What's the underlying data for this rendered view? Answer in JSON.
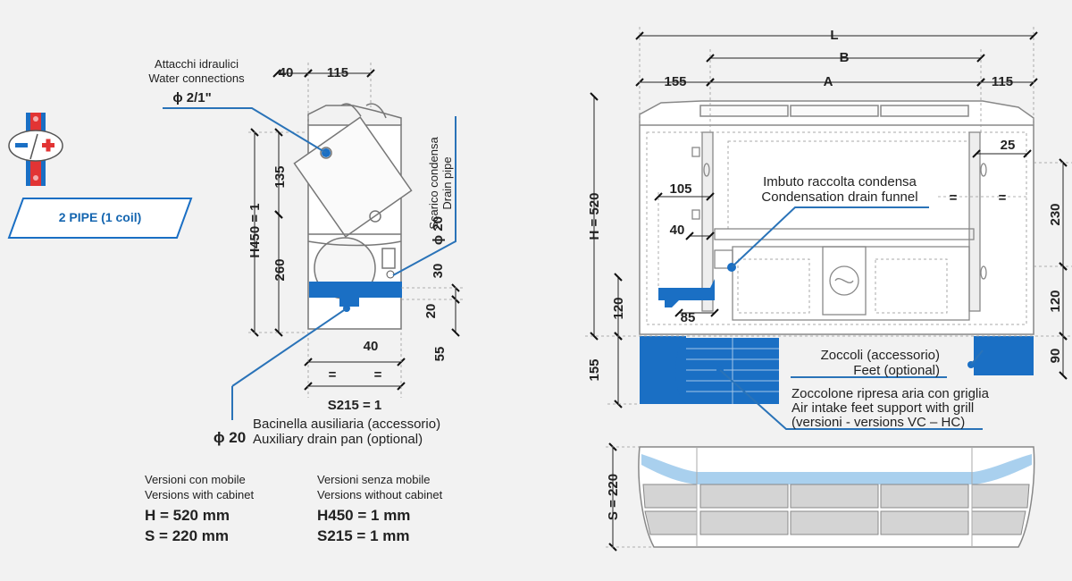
{
  "badge": {
    "label": "2 PIPE (1 coil)",
    "icon": "pipe-connection-icon",
    "color_blue": "#1a6fc4",
    "color_red": "#e23434"
  },
  "side_view": {
    "water_connections_it": "Attacchi idraulici",
    "water_connections_en": "Water connections",
    "water_connections_size": "ϕ 2/1\"",
    "drain_it": "Scarico condensa",
    "drain_en": "Drain pipe",
    "drain_size": "ϕ 20",
    "aux_pan_size": "ϕ 20",
    "aux_pan_it": "Bacinella ausiliaria  (accessorio)",
    "aux_pan_en": "Auxiliary drain pan (optional)",
    "dims": {
      "d40_top": "40",
      "d115_top": "115",
      "d135": "135",
      "h450": "H450 = 1",
      "d260": "260",
      "d30": "30",
      "d20": "20",
      "d40_bottom": "40",
      "d55": "55",
      "eq_left": "=",
      "eq_right": "=",
      "s215": "S215 = 1"
    }
  },
  "versions": {
    "cabinet_it": "Versioni con mobile",
    "cabinet_en": "Versions with cabinet",
    "cabinet_h": "H = 520 mm",
    "cabinet_s": "S = 220 mm",
    "nocabinet_it": "Versioni senza mobile",
    "nocabinet_en": "Versions without cabinet",
    "nocabinet_h": "H450 = 1 mm",
    "nocabinet_s": "S215 = 1 mm"
  },
  "front_view": {
    "L": "L",
    "B": "B",
    "A": "A",
    "d155_left": "155",
    "d115_right": "115",
    "d25": "25",
    "funnel_it": "Imbuto raccolta condensa",
    "funnel_en": "Condensation drain funnel",
    "d105": "105",
    "d40": "40",
    "h520": "H = 520",
    "d120_left": "120",
    "d85": "85",
    "d155_bottom": "155",
    "d230": "230",
    "d120_right": "120",
    "d90": "90",
    "eq1": "=",
    "eq2": "=",
    "feet_it": "Zoccoli (accessorio)",
    "feet_en": "Feet (optional)",
    "intake_it": "Zoccolone ripresa aria con griglia",
    "intake_en": "Air intake feet support with grill",
    "intake_versions": "(versioni - versions VC – HC)"
  },
  "top_view": {
    "s220": "S = 220"
  },
  "colors": {
    "accent_blue": "#1a6fc4",
    "leader_blue": "#2a73b8",
    "drawing_grey": "#888888",
    "background": "#f2f2f2"
  }
}
